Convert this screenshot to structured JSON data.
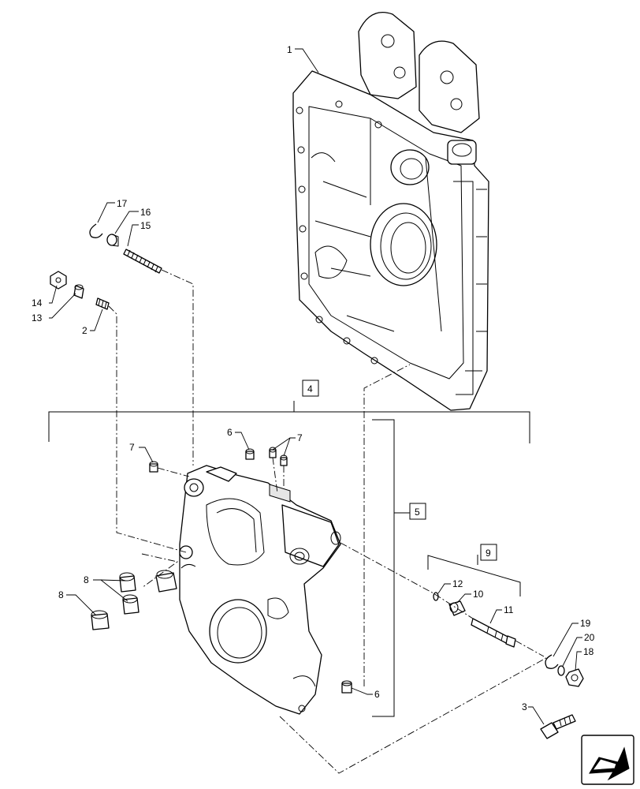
{
  "callouts": {
    "c1": "1",
    "c2": "2",
    "c3": "3",
    "c4": "4",
    "c5": "5",
    "c6a": "6",
    "c6b": "6",
    "c7a": "7",
    "c7b": "7",
    "c8a": "8",
    "c8b": "8",
    "c9": "9",
    "c10": "10",
    "c11": "11",
    "c12": "12",
    "c13": "13",
    "c14": "14",
    "c15": "15",
    "c16": "16",
    "c17": "17",
    "c18": "18",
    "c19": "19",
    "c20": "20"
  },
  "navigation": {
    "icon": "next-page-arrow-icon"
  },
  "colors": {
    "line": "#000000",
    "background": "#ffffff",
    "shade": "#e6e6e6"
  }
}
